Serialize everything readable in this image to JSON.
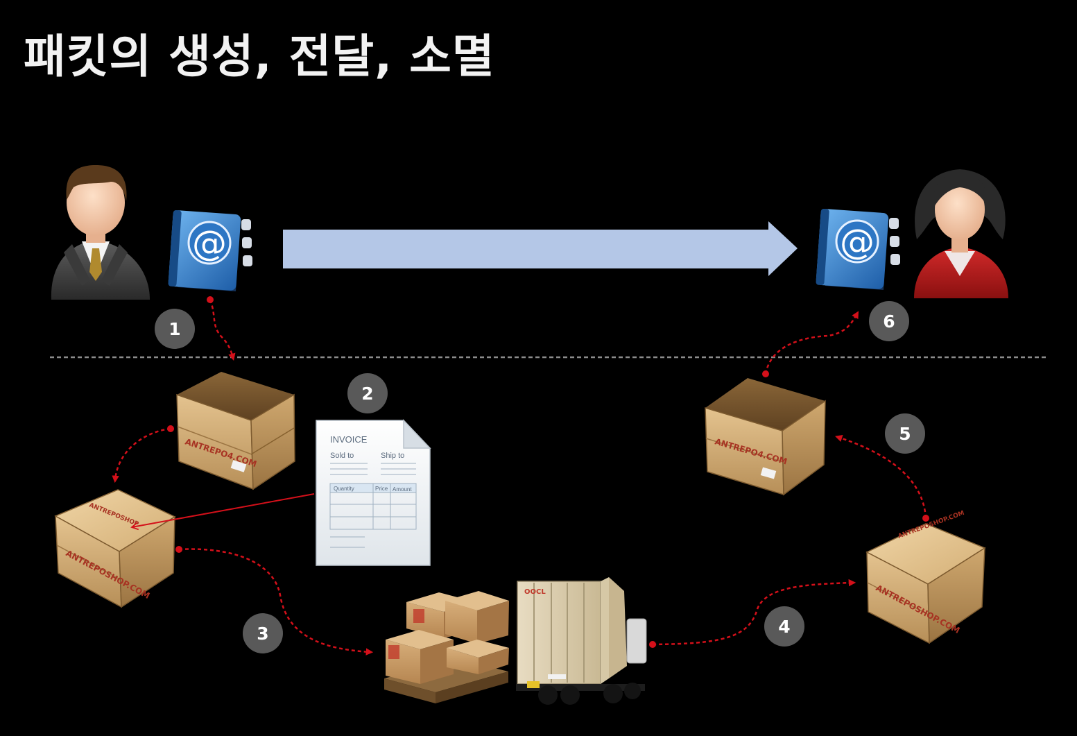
{
  "slide": {
    "title": "패킷의 생성, 전달, 소멸"
  },
  "steps": [
    {
      "number": "1"
    },
    {
      "number": "2"
    },
    {
      "number": "3"
    },
    {
      "number": "4"
    },
    {
      "number": "5"
    },
    {
      "number": "6"
    }
  ],
  "invoice": {
    "title": "INVOICE",
    "sold_to": "Sold to",
    "ship_to": "Ship to",
    "col_quantity": "Quantity",
    "col_price": "Price",
    "col_amount": "Amount"
  },
  "address_book": {
    "symbol": "@"
  },
  "colors": {
    "background": "#000000",
    "title": "#f2f2f2",
    "main_arrow": "#b4c7e7",
    "flow_arrow": "#d4101a",
    "step_circle": "#595959",
    "divider": "#8c8c8c"
  },
  "icons": [
    "sender-man-icon",
    "sender-address-book-icon",
    "receiver-address-book-icon",
    "receiver-woman-icon",
    "crate-icon",
    "invoice-document-icon",
    "cardboard-boxes-pallet-icon",
    "container-truck-icon"
  ]
}
